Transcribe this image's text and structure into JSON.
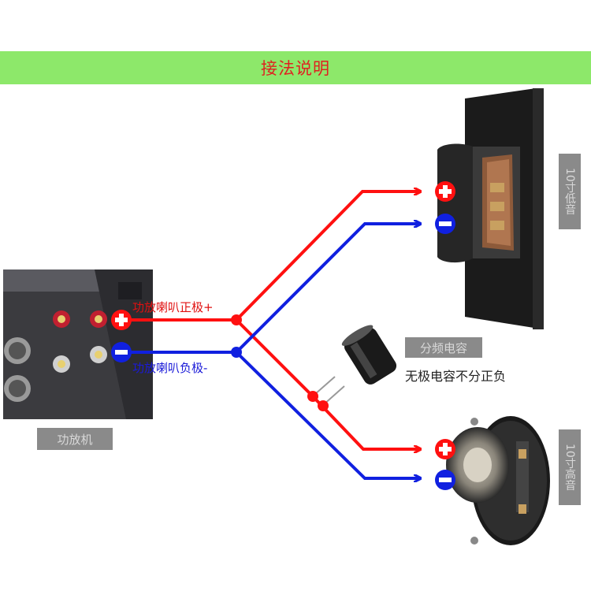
{
  "title": "接法说明",
  "labels": {
    "positive_wire": "功放喇叭正极+",
    "negative_wire": "功放喇叭负极-",
    "amplifier": "功放机",
    "capacitor_tag": "分频电容",
    "capacitor_note": "无极电容不分正负",
    "woofer_tag": "10寸低音",
    "tweeter_tag": "10寸高音"
  },
  "colors": {
    "title_bg": "#8de86a",
    "title_text": "#e02020",
    "positive": "#ff1010",
    "negative": "#1020e0",
    "tag_bg": "#8a8a8a"
  },
  "icons": [
    "plus-terminal-icon",
    "minus-terminal-icon",
    "amplifier-photo",
    "woofer-speaker-photo",
    "tweeter-speaker-photo",
    "capacitor-photo"
  ]
}
